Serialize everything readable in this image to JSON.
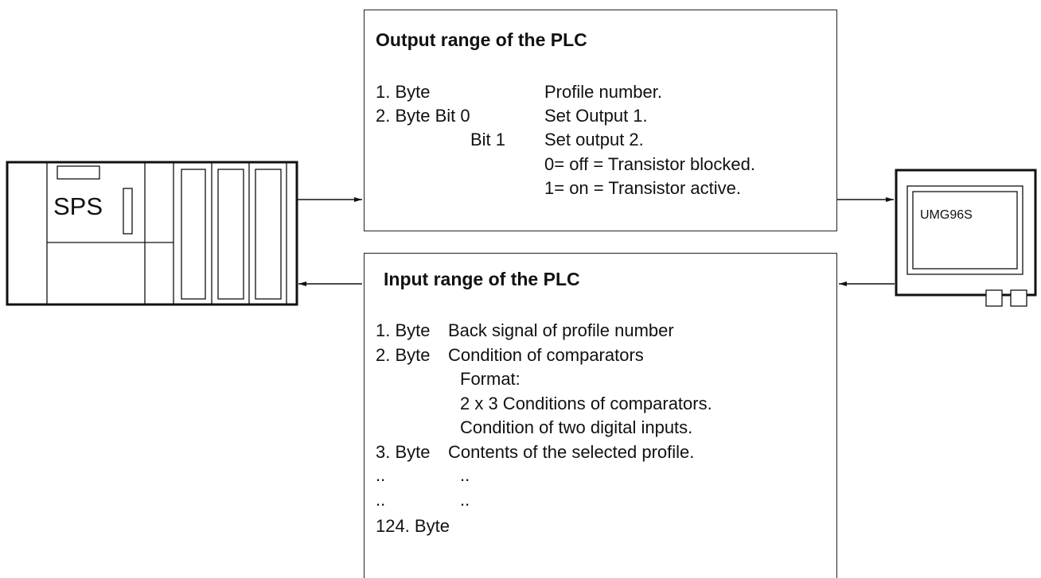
{
  "plc": {
    "label": "SPS"
  },
  "meter": {
    "label": "UMG96S"
  },
  "output_range": {
    "title": "Output range of the PLC",
    "rows": [
      {
        "col1": "1. Byte",
        "col2": "Profile number."
      },
      {
        "col1": "2. Byte Bit 0",
        "col2": "Set Output 1."
      },
      {
        "col1": "Bit 1",
        "col2": "Set output 2."
      },
      {
        "col1": "",
        "col2": "0= off = Transistor blocked."
      },
      {
        "col1": "",
        "col2": "1= on = Transistor active."
      }
    ]
  },
  "input_range": {
    "title": "Input range of the PLC",
    "rows": [
      {
        "col1": "1. Byte",
        "col2": "Back signal of profile number"
      },
      {
        "col1": "2. Byte",
        "col2": "Condition of comparators"
      },
      {
        "col1": "",
        "col2": "Format:"
      },
      {
        "col1": "",
        "col2": "2 x 3 Conditions of comparators."
      },
      {
        "col1": "",
        "col2": "Condition of two digital inputs."
      },
      {
        "col1": "3. Byte",
        "col2": "Contents of the selected profile."
      },
      {
        "col1": "..",
        "col2": ".."
      },
      {
        "col1": "..",
        "col2": ".."
      },
      {
        "col1": "124. Byte",
        "col2": ""
      }
    ]
  }
}
